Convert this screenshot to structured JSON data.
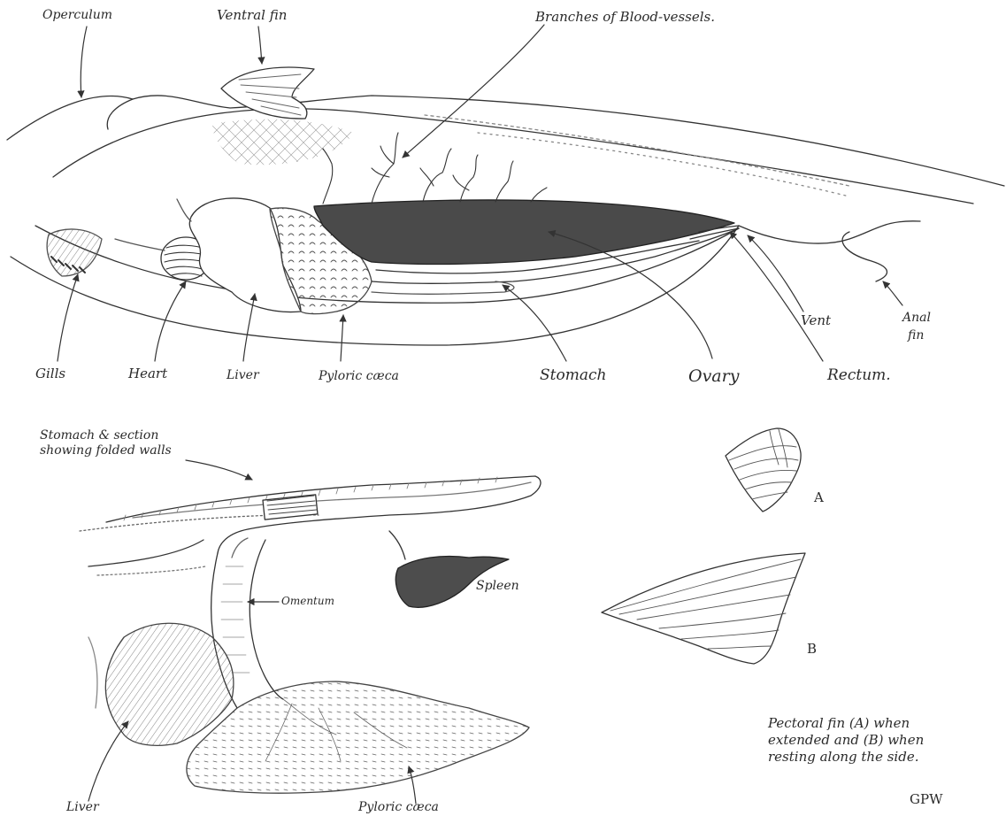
{
  "upper_figure": {
    "labels": {
      "operculum": "Operculum",
      "ventral_fin": "Ventral fin",
      "blood_vessels": "Branches of Blood-vessels.",
      "vent": "Vent",
      "anal_fin_1": "Anal",
      "anal_fin_2": "fin",
      "gills": "Gills",
      "heart": "Heart",
      "liver": "Liver",
      "pyloric_caeca": "Pyloric cæca",
      "stomach": "Stomach",
      "ovary": "Ovary",
      "rectum": "Rectum."
    }
  },
  "lower_figure": {
    "labels": {
      "stomach_section_1": "Stomach & section",
      "stomach_section_2": "showing folded walls",
      "omentum": "Omentum",
      "spleen": "Spleen",
      "liver": "Liver",
      "pyloric_caeca": "Pyloric cæca"
    }
  },
  "fin_figure": {
    "label_a": "A",
    "label_b": "B",
    "caption": [
      "Pectoral fin (A) when",
      "extended and (B) when",
      "resting along the side."
    ]
  },
  "signature": "GPW",
  "colors": {
    "ink": "#2a2a2a",
    "ovary_fill": "#4a4a4a",
    "spleen_fill": "#4d4d4d"
  }
}
